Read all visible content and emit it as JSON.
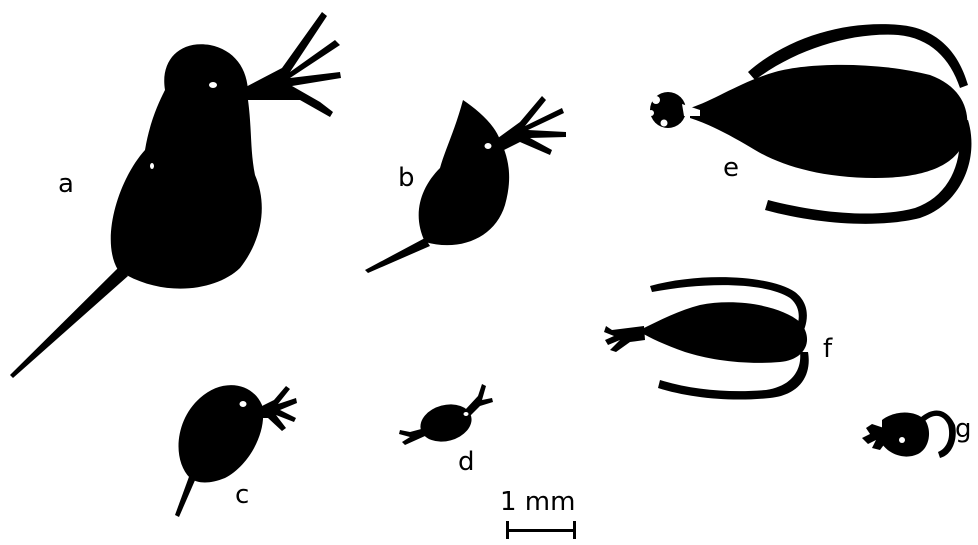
{
  "colors": {
    "silhouette": "#000000",
    "background": "#ffffff",
    "eye": "#ffffff"
  },
  "specimens": [
    {
      "label": "a",
      "icon": "daphnia-large-silhouette"
    },
    {
      "label": "b",
      "icon": "daphnia-helmeted-silhouette"
    },
    {
      "label": "c",
      "icon": "daphnia-small-silhouette"
    },
    {
      "label": "d",
      "icon": "bosmina-tiny-silhouette"
    },
    {
      "label": "e",
      "icon": "copepod-large-silhouette"
    },
    {
      "label": "f",
      "icon": "copepod-medium-silhouette"
    },
    {
      "label": "g",
      "icon": "nauplius-tiny-silhouette"
    }
  ],
  "scale_bar": {
    "label": "1 mm",
    "icon": "scale-bar"
  }
}
